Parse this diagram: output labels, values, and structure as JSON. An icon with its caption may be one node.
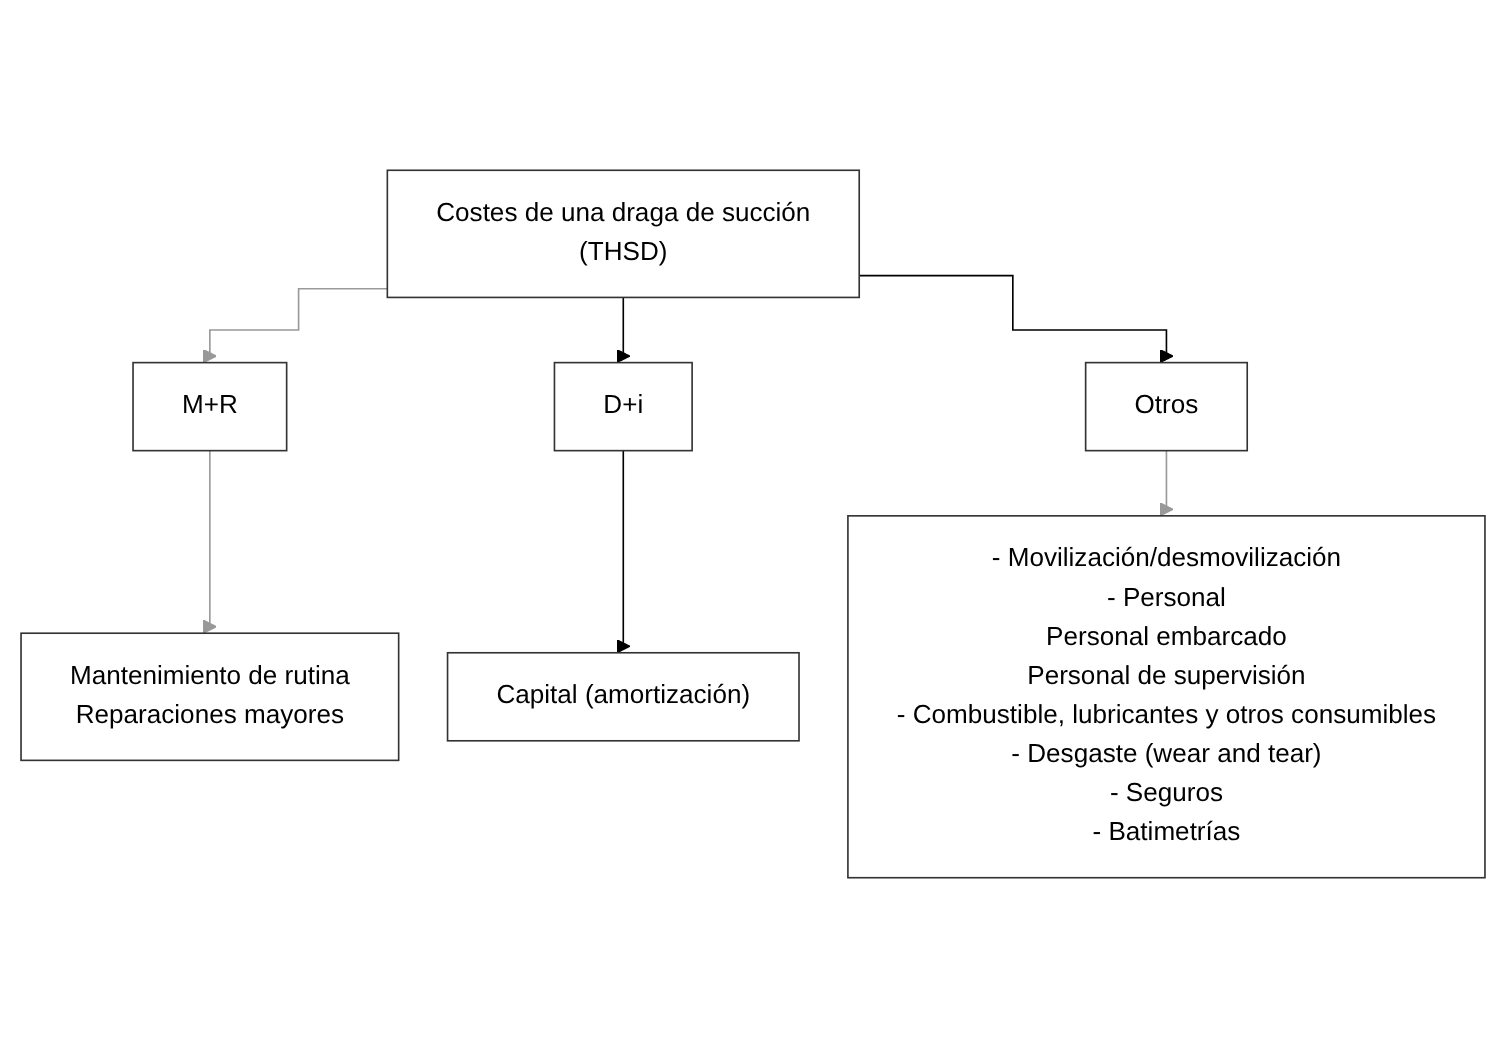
{
  "diagram": {
    "nodes": [
      {
        "text": [
          "Costes de una draga de succión",
          "(THSD)"
        ]
      },
      {
        "text": [
          "M+R"
        ]
      },
      {
        "text": [
          "D+i"
        ]
      },
      {
        "text": [
          "Otros"
        ]
      },
      {
        "text": [
          "Mantenimiento de rutina",
          "Reparaciones mayores"
        ]
      },
      {
        "text": [
          "Capital (amortización)"
        ]
      },
      {
        "text": [
          "- Movilización/desmovilización",
          "- Personal",
          "Personal embarcado",
          "Personal de supervisión",
          "- Combustible, lubricantes y otros consumibles",
          "- Desgaste (wear and tear)",
          "- Seguros",
          "- Batimetrías"
        ]
      }
    ],
    "edges": [
      {
        "from": 0,
        "to": 1,
        "arrow": "to",
        "color": "#999999"
      },
      {
        "from": 0,
        "to": 2,
        "arrow": "to",
        "color": "#000000"
      },
      {
        "from": 0,
        "to": 3,
        "arrow": "to",
        "color": "#000000"
      },
      {
        "from": 1,
        "to": 4,
        "arrow": "to",
        "color": "#999999"
      },
      {
        "from": 2,
        "to": 5,
        "arrow": "to",
        "color": "#000000"
      },
      {
        "from": 3,
        "to": 6,
        "arrow": "to",
        "color": "#999999"
      }
    ]
  }
}
